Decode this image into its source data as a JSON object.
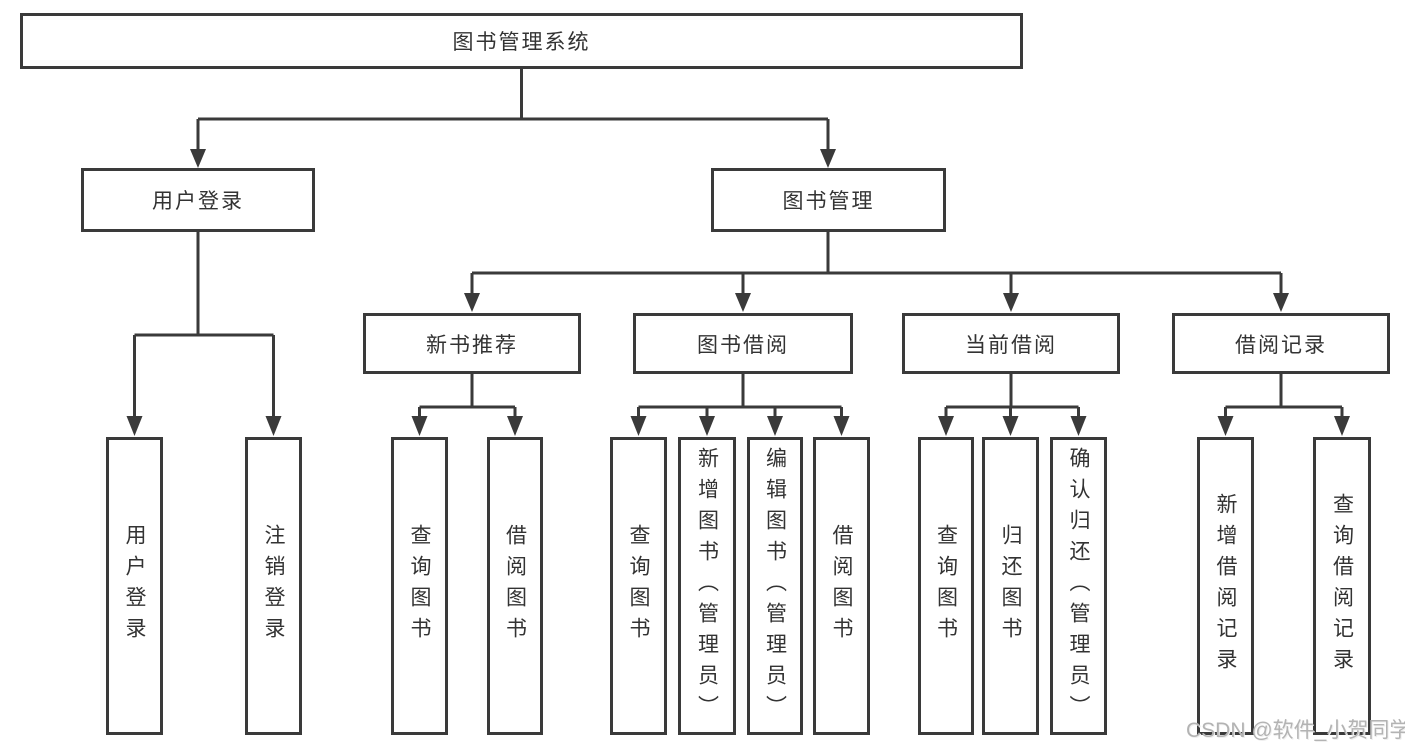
{
  "colors": {
    "line": "#3a3a3a",
    "text": "#333333",
    "background": "#ffffff",
    "watermark": "#b3b3b3"
  },
  "watermark": {
    "text": "CSDN @软件_小贺同学"
  },
  "diagram": {
    "root": {
      "label": "图书管理系统"
    },
    "branches": [
      {
        "label": "用户登录",
        "children": [
          {
            "label": "用户登录"
          },
          {
            "label": "注销登录"
          }
        ]
      },
      {
        "label": "图书管理",
        "groups": [
          {
            "label": "新书推荐",
            "children": [
              {
                "label": "查询图书"
              },
              {
                "label": "借阅图书"
              }
            ]
          },
          {
            "label": "图书借阅",
            "children": [
              {
                "label": "查询图书"
              },
              {
                "label": "新增图书（管理员）"
              },
              {
                "label": "编辑图书（管理员）"
              },
              {
                "label": "借阅图书"
              }
            ]
          },
          {
            "label": "当前借阅",
            "children": [
              {
                "label": "查询图书"
              },
              {
                "label": "归还图书"
              },
              {
                "label": "确认归还（管理员）"
              }
            ]
          },
          {
            "label": "借阅记录",
            "children": [
              {
                "label": "新增借阅记录"
              },
              {
                "label": "查询借阅记录"
              }
            ]
          }
        ]
      }
    ]
  }
}
